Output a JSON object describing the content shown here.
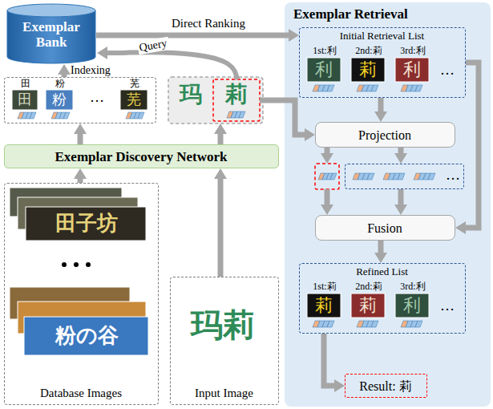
{
  "diagram": {
    "nodes": [
      {
        "text": [
          "Exemplar Bank"
        ]
      },
      {
        "text": [
          "田",
          "粉",
          "…",
          "芜"
        ]
      },
      {
        "text": [
          "Exemplar Discovery Network"
        ]
      },
      {
        "text": [
          "Database Images"
        ]
      },
      {
        "text": [
          "Input Image"
        ]
      },
      {
        "text": [
          "Exemplar Retrieval"
        ]
      },
      {
        "text": [
          "Initial Retrieval List",
          "1st:利",
          "2nd:莉",
          "3rd:利",
          "…"
        ],
        "in": 5
      },
      {
        "text": [
          "Projection"
        ],
        "in": 5
      },
      {
        "text": [
          "…"
        ],
        "in": 5
      },
      {
        "text": [
          "Fusion"
        ],
        "in": 5
      },
      {
        "text": [
          "Refined List",
          "1st:莉",
          "2nd:莉",
          "3rd:利",
          "…"
        ],
        "in": 5
      },
      {
        "text": [
          "Result: 莉"
        ],
        "in": 5
      }
    ],
    "edges": [
      {
        "from": 0,
        "to": 6,
        "label": "Direct Ranking",
        "arrow": "to"
      },
      {
        "from": 1,
        "to": 0,
        "label": "Indexing",
        "arrow": "to"
      },
      {
        "from": 2,
        "to": 1,
        "arrow": "to"
      },
      {
        "from": 3,
        "to": 2,
        "arrow": "to"
      },
      {
        "from": 4,
        "to": 2,
        "arrow": "to"
      },
      {
        "from": 6,
        "to": 7,
        "arrow": "to"
      },
      {
        "from": 7,
        "to": 8,
        "arrow": "to"
      },
      {
        "from": 8,
        "to": 9,
        "arrow": "to"
      },
      {
        "from": 6,
        "to": 9,
        "arrow": "to"
      },
      {
        "from": 9,
        "to": 10,
        "arrow": "to"
      },
      {
        "from": 10,
        "to": 11,
        "arrow": "to"
      }
    ],
    "labels": [
      "Query",
      "玛莉",
      "玛",
      "莉",
      "田",
      "粉",
      "芜",
      "利",
      "莉",
      "利",
      "莉",
      "莉",
      "利",
      "田子坊",
      "粉の谷"
    ]
  }
}
